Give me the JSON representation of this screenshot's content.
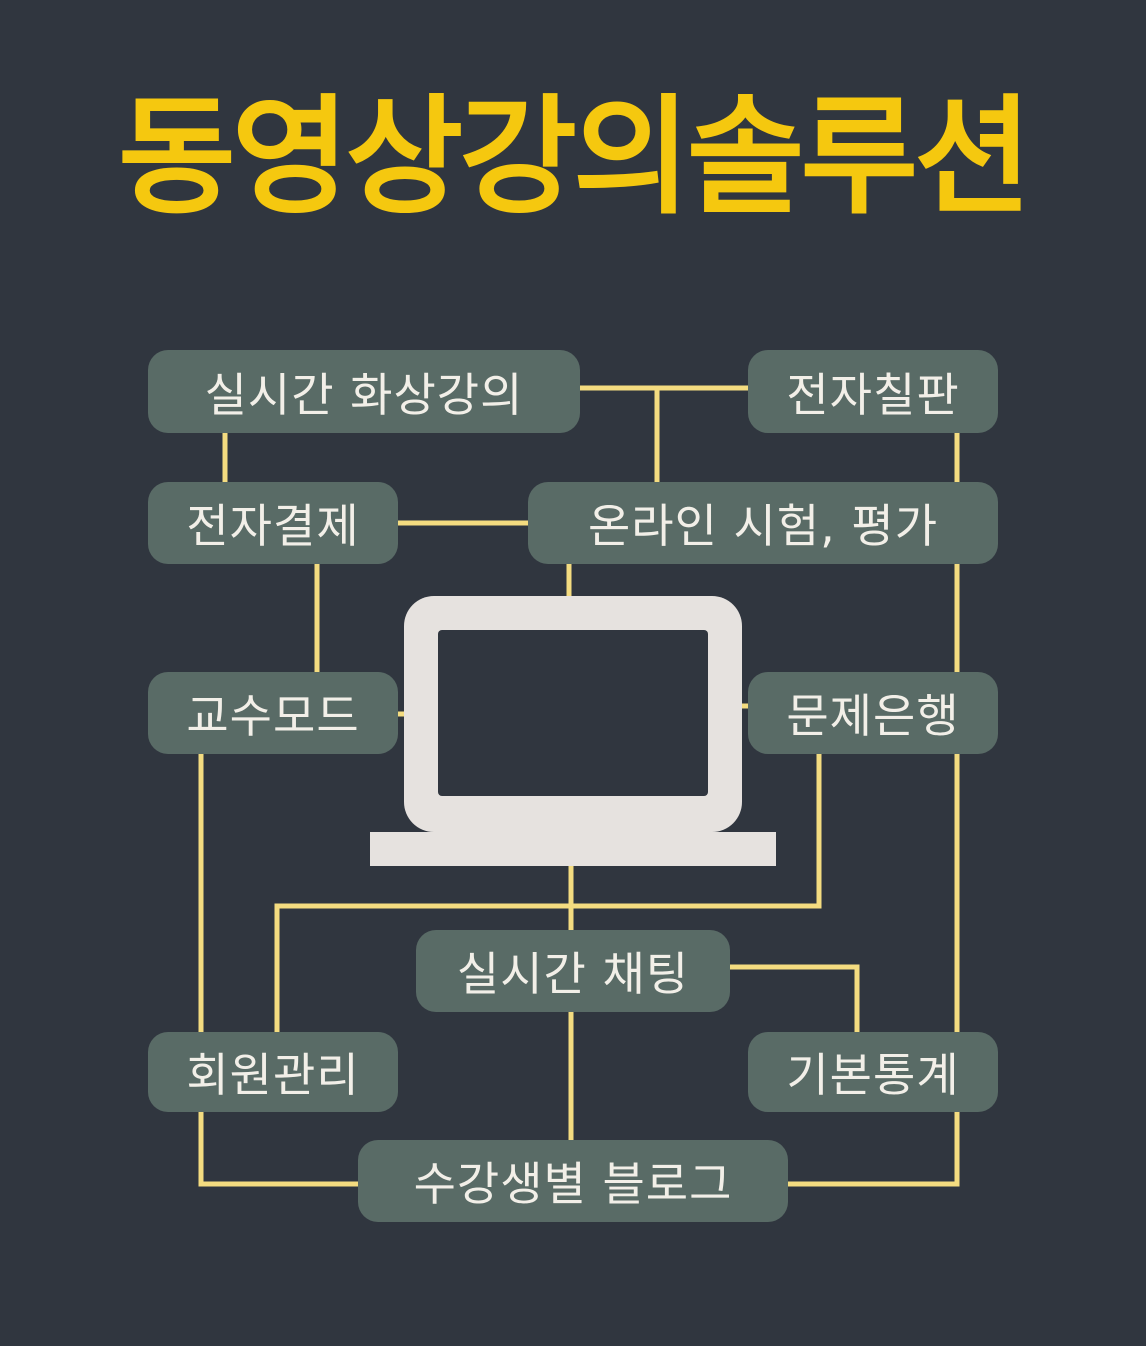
{
  "title": "동영상강의솔루션",
  "colors": {
    "background": "#30363f",
    "title": "#f5c80f",
    "node_fill": "#596b66",
    "node_text": "#f2efe8",
    "connector": "#f4dc80",
    "laptop": "#e6e2df"
  },
  "nodes": {
    "realtime_video": "실시간 화상강의",
    "e_blackboard": "전자칠판",
    "e_payment": "전자결제",
    "online_exam": "온라인 시험, 평가",
    "professor_mode": "교수모드",
    "question_bank": "문제은행",
    "realtime_chat": "실시간 채팅",
    "member_mgmt": "회원관리",
    "basic_stats": "기본통계",
    "student_blog": "수강생별 블로그"
  },
  "center_icon": "laptop-icon"
}
